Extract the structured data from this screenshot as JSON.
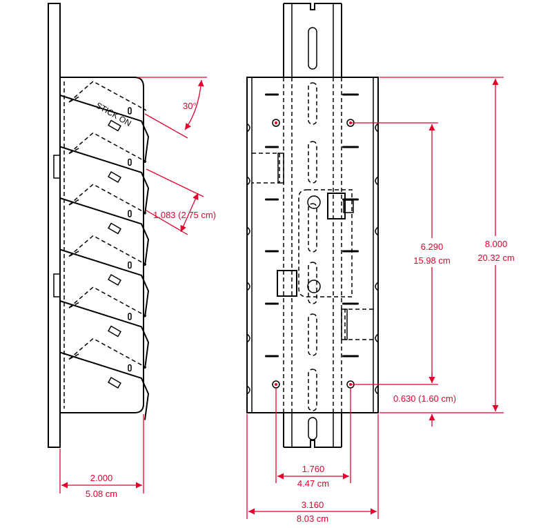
{
  "side_view": {
    "label_stick_on": "STICK ON",
    "angle_dim": "30°",
    "pitch_dim": "1.083 (2.75 cm)",
    "depth_dim_in": "2.000",
    "depth_dim_cm": "5.08 cm"
  },
  "front_view": {
    "height_dim_in": "8.000",
    "height_dim_cm": "20.32 cm",
    "hole_spacing_v_in": "6.290",
    "hole_spacing_v_cm": "15.98 cm",
    "hole_offset_dim": "0.630 (1.60 cm)",
    "hole_spacing_h_in": "1.760",
    "hole_spacing_h_cm": "4.47 cm",
    "width_dim_in": "3.160",
    "width_dim_cm": "8.03 cm"
  },
  "colors": {
    "dimension": "#e4002b",
    "outline": "#000000"
  }
}
